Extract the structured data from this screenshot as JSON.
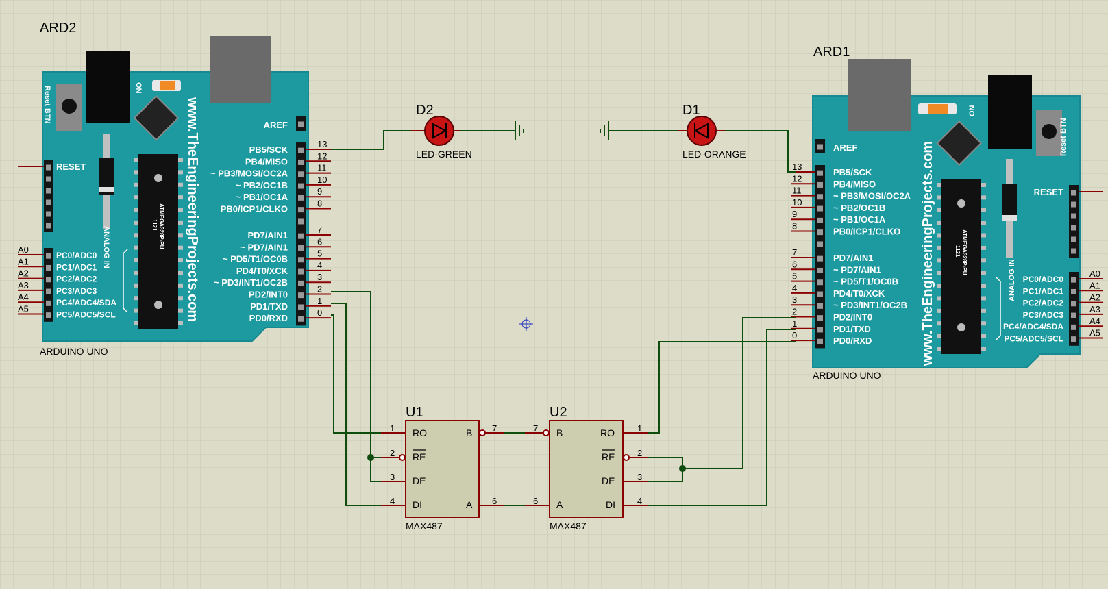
{
  "ard2": {
    "ref": "ARD2",
    "type": "ARDUINO UNO",
    "website": "www.TheEngineeringProjects.com",
    "reset_btn": "Reset BTN",
    "on": "ON",
    "analog_in": "ANALOG IN",
    "chip": [
      "1121",
      "ATMEGA328P-PU"
    ],
    "reset": "RESET",
    "aref": "AREF",
    "digital_high": [
      {
        "label": "PB5/SCK",
        "num": "13"
      },
      {
        "label": "PB4/MISO",
        "num": "12"
      },
      {
        "label": "~ PB3/MOSI/OC2A",
        "num": "11"
      },
      {
        "label": "~ PB2/OC1B",
        "num": "10"
      },
      {
        "label": "~ PB1/OC1A",
        "num": "9"
      },
      {
        "label": "PB0/ICP1/CLKO",
        "num": "8"
      }
    ],
    "digital_low": [
      {
        "label": "PD7/AIN1",
        "num": "7"
      },
      {
        "label": "~ PD7/AIN1",
        "num": "6"
      },
      {
        "label": "~ PD5/T1/OC0B",
        "num": "5"
      },
      {
        "label": "PD4/T0/XCK",
        "num": "4"
      },
      {
        "label": "~ PD3/INT1/OC2B",
        "num": "3"
      },
      {
        "label": "PD2/INT0",
        "num": "2"
      },
      {
        "label": "PD1/TXD",
        "num": "1"
      },
      {
        "label": "PD0/RXD",
        "num": "0"
      }
    ],
    "analog": [
      {
        "label": "PC0/ADC0",
        "num": "A0"
      },
      {
        "label": "PC1/ADC1",
        "num": "A1"
      },
      {
        "label": "PC2/ADC2",
        "num": "A2"
      },
      {
        "label": "PC3/ADC3",
        "num": "A3"
      },
      {
        "label": "PC4/ADC4/SDA",
        "num": "A4"
      },
      {
        "label": "PC5/ADC5/SCL",
        "num": "A5"
      }
    ]
  },
  "ard1": {
    "ref": "ARD1",
    "type": "ARDUINO UNO",
    "website": "www.TheEngineeringProjects.com",
    "reset_btn": "Reset BTN",
    "on": "ON",
    "analog_in": "ANALOG IN",
    "chip": [
      "1121",
      "ATMEGA328P-PU"
    ],
    "reset": "RESET",
    "aref": "AREF",
    "digital_high": [
      {
        "label": "PB5/SCK",
        "num": "13"
      },
      {
        "label": "PB4/MISO",
        "num": "12"
      },
      {
        "label": "~ PB3/MOSI/OC2A",
        "num": "11"
      },
      {
        "label": "~ PB2/OC1B",
        "num": "10"
      },
      {
        "label": "~ PB1/OC1A",
        "num": "9"
      },
      {
        "label": "PB0/ICP1/CLKO",
        "num": "8"
      }
    ],
    "digital_low": [
      {
        "label": "PD7/AIN1",
        "num": "7"
      },
      {
        "label": "~ PD7/AIN1",
        "num": "6"
      },
      {
        "label": "~ PD5/T1/OC0B",
        "num": "5"
      },
      {
        "label": "PD4/T0/XCK",
        "num": "4"
      },
      {
        "label": "~ PD3/INT1/OC2B",
        "num": "3"
      },
      {
        "label": "PD2/INT0",
        "num": "2"
      },
      {
        "label": "PD1/TXD",
        "num": "1"
      },
      {
        "label": "PD0/RXD",
        "num": "0"
      }
    ],
    "analog": [
      {
        "label": "PC0/ADC0",
        "num": "A0"
      },
      {
        "label": "PC1/ADC1",
        "num": "A1"
      },
      {
        "label": "PC2/ADC2",
        "num": "A2"
      },
      {
        "label": "PC3/ADC3",
        "num": "A3"
      },
      {
        "label": "PC4/ADC4/SDA",
        "num": "A4"
      },
      {
        "label": "PC5/ADC5/SCL",
        "num": "A5"
      }
    ]
  },
  "d2": {
    "ref": "D2",
    "value": "LED-GREEN"
  },
  "d1": {
    "ref": "D1",
    "value": "LED-ORANGE"
  },
  "u1": {
    "ref": "U1",
    "part": "MAX487",
    "pins": {
      "ro": "RO",
      "re": "RE",
      "de": "DE",
      "di": "DI",
      "b": "B",
      "a": "A"
    },
    "nums": {
      "ro": "1",
      "re": "2",
      "de": "3",
      "di": "4",
      "b": "7",
      "a": "6"
    }
  },
  "u2": {
    "ref": "U2",
    "part": "MAX487",
    "pins": {
      "ro": "RO",
      "re": "RE",
      "de": "DE",
      "di": "DI",
      "b": "B",
      "a": "A"
    },
    "nums": {
      "ro": "1",
      "re": "2",
      "de": "3",
      "di": "4",
      "b": "7",
      "a": "6"
    }
  },
  "colors": {
    "board": "#1c9aa0",
    "board_edge": "#168a90",
    "wire": "#0e4d0e",
    "pin": "#8b0000",
    "chip_body": "#cdcdb0",
    "led": "#c81414",
    "grid": "#c7c7b0"
  }
}
